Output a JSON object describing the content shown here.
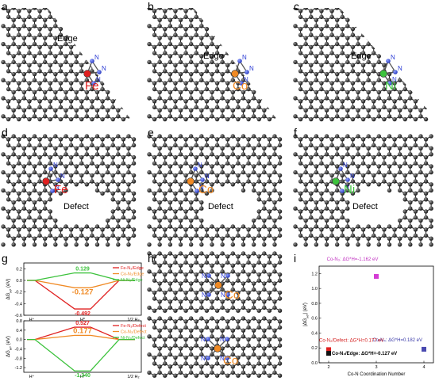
{
  "panels": {
    "a": {
      "letter": "a",
      "region": "Edge",
      "metal": "Fe",
      "color": "#e02020"
    },
    "b": {
      "letter": "b",
      "region": "Edge",
      "metal": "Co",
      "color": "#f08a24"
    },
    "c": {
      "letter": "c",
      "region": "Edge",
      "metal": "Ni",
      "color": "#3cc23c"
    },
    "d": {
      "letter": "d",
      "region": "Defect",
      "metal": "Fe",
      "color": "#e02020"
    },
    "e": {
      "letter": "e",
      "region": "Defect",
      "metal": "Co",
      "color": "#f08a24"
    },
    "f": {
      "letter": "f",
      "region": "Defect",
      "metal": "Ni",
      "color": "#3cc23c"
    },
    "g": {
      "letter": "g"
    },
    "h": {
      "letter": "h",
      "metal": "Co",
      "color": "#f08a24"
    },
    "i": {
      "letter": "i"
    }
  },
  "n_label": "N",
  "chart_data": [
    {
      "type": "line",
      "id": "g-top",
      "ylabel": "ΔG",
      "ylabel_sub": "H*",
      "ylabel_unit": "(eV)",
      "x": [
        "H⁺",
        "H*",
        "1/2 H₂"
      ],
      "ylim": [
        -0.6,
        0.3
      ],
      "yticks": [
        "0.2",
        "0.0",
        "-0.2",
        "-0.4",
        "-0.6"
      ],
      "series": [
        {
          "name": "Fe-N₃/Edge",
          "color": "#e02020",
          "values": [
            0,
            -0.492,
            0
          ],
          "label": "-0.492"
        },
        {
          "name": "Co-N₃/Edge",
          "color": "#f08a24",
          "values": [
            0,
            -0.127,
            0
          ],
          "label": "-0.127"
        },
        {
          "name": "Ni-N₃/Edge",
          "color": "#3cc23c",
          "values": [
            0,
            0.129,
            0
          ],
          "label": "0.129"
        }
      ]
    },
    {
      "type": "line",
      "id": "g-bottom",
      "ylabel": "ΔG",
      "ylabel_sub": "H*",
      "ylabel_unit": "(eV)",
      "x": [
        "H⁺",
        "H*",
        "1/2 H₂"
      ],
      "ylim": [
        -1.4,
        0.8
      ],
      "yticks": [
        "0.8",
        "0.4",
        "0.0",
        "-0.4",
        "-0.8",
        "-1.2"
      ],
      "series": [
        {
          "name": "Fe-N₃/Defect",
          "color": "#e02020",
          "values": [
            0,
            0.527,
            0
          ],
          "label": "0.527"
        },
        {
          "name": "Co-N₃/Defect",
          "color": "#f08a24",
          "values": [
            0,
            0.177,
            0
          ],
          "label": "0.177"
        },
        {
          "name": "Ni-N₃/Defect",
          "color": "#3cc23c",
          "values": [
            0,
            -1.34,
            0
          ],
          "label": "-1.340"
        }
      ]
    },
    {
      "type": "scatter",
      "id": "i",
      "xlabel": "Co-N Coordination Number",
      "ylabel": "|ΔG",
      "ylabel_sub": "H*",
      "ylabel_unit": "| (eV)",
      "xlim": [
        1.8,
        4.2
      ],
      "ylim": [
        0.0,
        1.3
      ],
      "xticks": [
        2,
        3,
        4
      ],
      "yticks": [
        "0.0",
        "0.2",
        "0.4",
        "0.6",
        "0.8",
        "1.0",
        "1.2"
      ],
      "points": [
        {
          "x": 3,
          "y": 1.162,
          "color": "#d43cd4",
          "label": "Co-N₃: ΔG*H=-1.162 eV",
          "label_color": "#c030c0"
        },
        {
          "x": 4,
          "y": 0.182,
          "color": "#4a4ab0",
          "label": "Co-N₄: ΔG*H=0.182 eV",
          "label_color": "#3a3aa8"
        },
        {
          "x": 2,
          "y": 0.177,
          "color": "#e02020",
          "label": "Co-N₂/Defect: ΔG*H=0.177 eV",
          "label_color": "#d42020"
        },
        {
          "x": 2,
          "y": 0.127,
          "color": "#111111",
          "label": "Co-N₂/Edge: ΔG*H=-0.127 eV",
          "label_color": "#000000"
        }
      ]
    }
  ]
}
